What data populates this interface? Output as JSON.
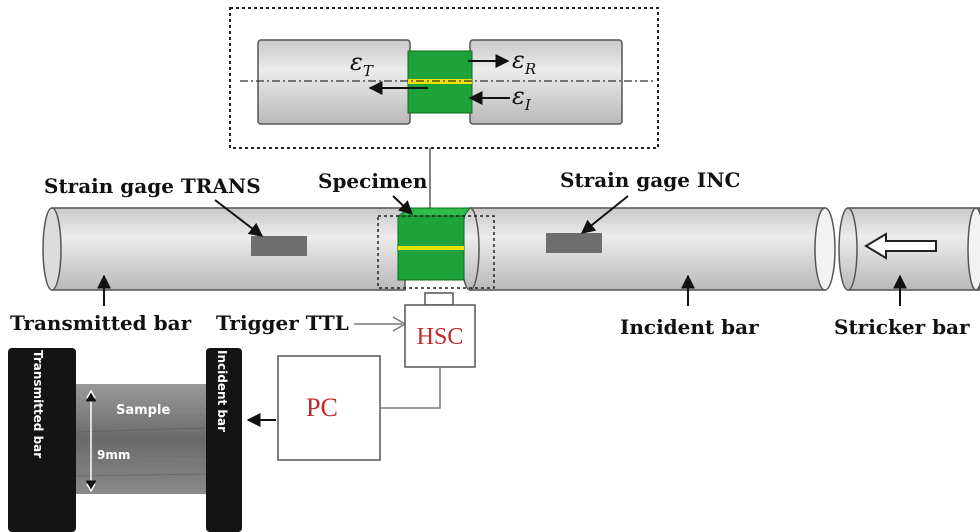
{
  "labels": {
    "strain_gage_trans": "Strain gage TRANS",
    "specimen": "Specimen",
    "strain_gage_inc": "Strain gage INC",
    "transmitted_bar": "Transmitted bar",
    "trigger_ttl": "Trigger TTL",
    "hsc": "HSC",
    "incident_bar": "Incident bar",
    "stricker_bar": "Stricker bar",
    "pc": "PC"
  },
  "strains": {
    "transmitted": {
      "symbol": "ε",
      "sub": "T"
    },
    "reflected": {
      "symbol": "ε",
      "sub": "R"
    },
    "incident": {
      "symbol": "ε",
      "sub": "I"
    }
  },
  "photo": {
    "sample": "Sample",
    "dimension": "9mm",
    "left_bar": "Transmitted bar",
    "right_bar": "Incident bar"
  },
  "colors": {
    "bar_fill": "#d6d6d6",
    "specimen_green": "#1ea23a",
    "specimen_stripe": "#f2e200",
    "gage_fill": "#6e6e6e",
    "device_text": "#c0282a"
  }
}
